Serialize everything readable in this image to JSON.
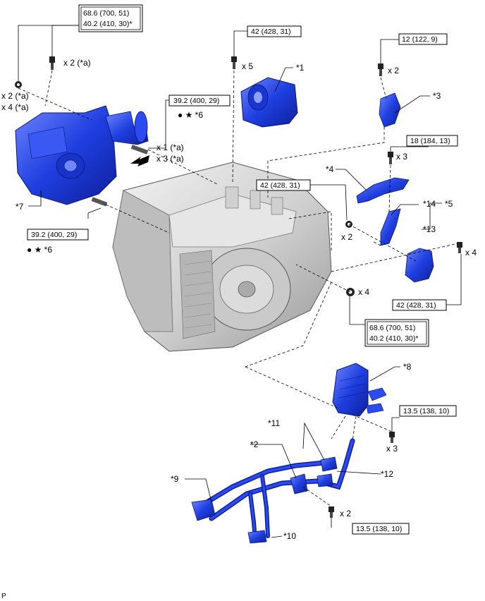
{
  "colors": {
    "part_blue": "#1f3fe0",
    "part_blue_dark": "#0d1f9a",
    "part_blue_light": "#6f86ff",
    "transaxle_gray": "#d4d4d4",
    "line": "#000000"
  },
  "torque": {
    "t1_line1": "68.6 (700, 51)",
    "t1_line2": "40.2 (410, 30)*",
    "t2": "42 (428, 31)",
    "t3": "12 (122, 9)",
    "t4": "39.2 (400, 29)",
    "t5": "18 (184, 13)",
    "t6": "42 (428, 31)",
    "t7": "39.2 (400, 29)",
    "t8": "42 (428, 31)",
    "t9_line1": "68.6 (700, 51)",
    "t9_line2": "40.2 (410, 30)*",
    "t10": "13.5 (138, 10)",
    "t11": "13.5 (138, 10)"
  },
  "labels": {
    "q_x2a_top": "x 2 (*a)",
    "q_x2a_left": "x 2 (*a)",
    "q_x4a_left": "x 4 (*a)",
    "q_x5": "x 5",
    "q_x2_top_right": "x 2",
    "q_x1a": "x 1 (*a)",
    "q_x3a": "x 3 (*a)",
    "q_x3_bracket": "x 3",
    "q_x2_mid": "x 2",
    "q_x4_right": "x 4",
    "q_x4_center": "x 4",
    "q_x3_cooler": "x 3",
    "q_x2_bottom": "x 2",
    "mark6_top": "● ★ *6",
    "mark6_left": "● ★ *6",
    "p1": "*1",
    "p2": "*2",
    "p3": "*3",
    "p4": "*4",
    "p5": "*5",
    "p7": "*7",
    "p8": "*8",
    "p9": "*9",
    "p10": "*10",
    "p11": "*11",
    "p12": "*12",
    "p13": "*13",
    "p14": "*14"
  },
  "footer": {
    "code": "P"
  }
}
